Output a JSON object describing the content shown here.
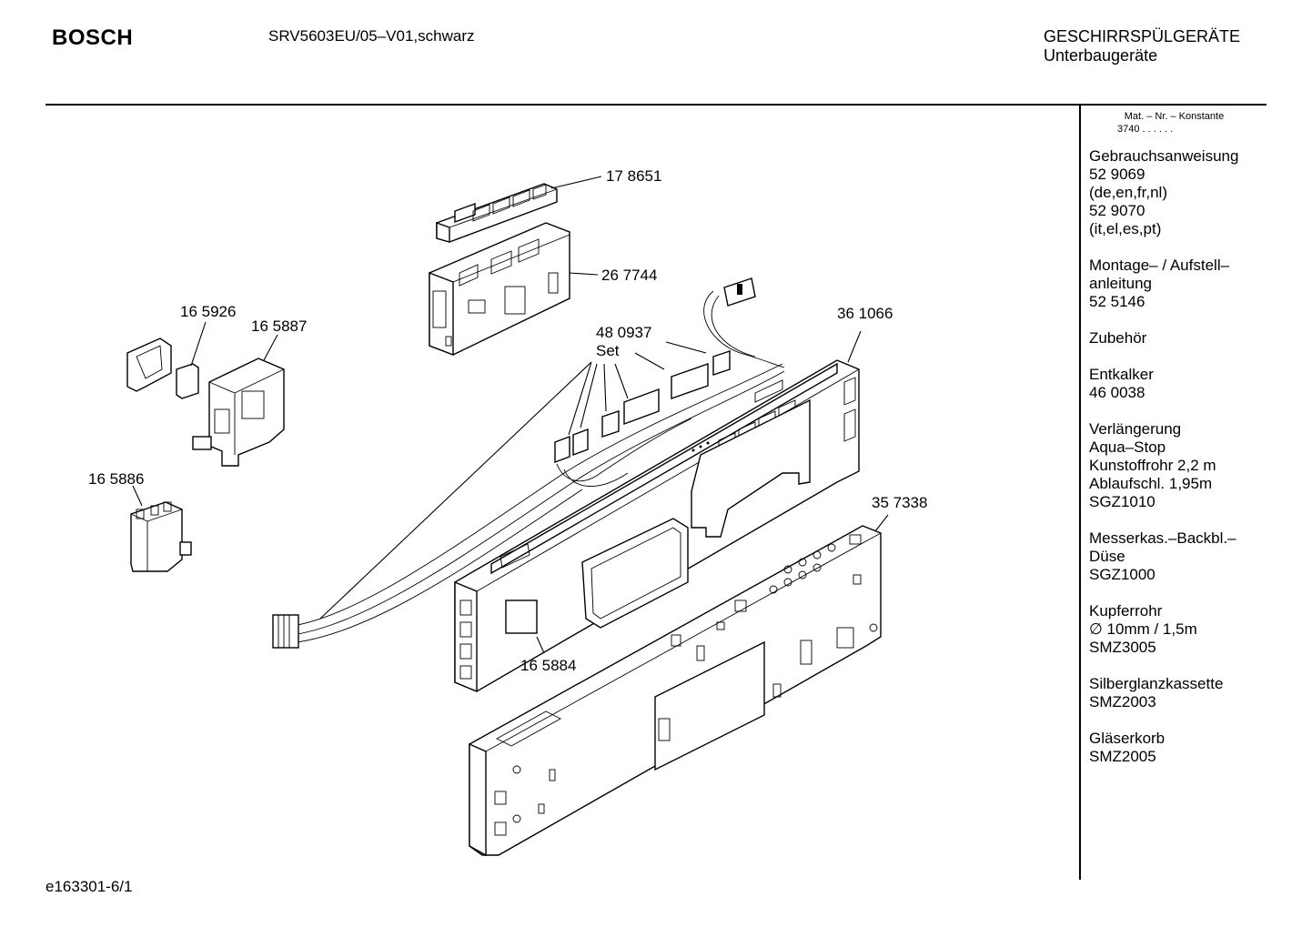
{
  "header": {
    "brand": "BOSCH",
    "model": "SRV5603EU/05–V01,schwarz",
    "category_line1": "GESCHIRRSPÜLGERÄTE",
    "category_line2": "Unterbaugeräte"
  },
  "sidebar": {
    "matnr_label": "Mat. – Nr. – Konstante",
    "matnr_value": "3740 . .   . . . .",
    "entries": [
      [
        "Gebrauchsanweisung",
        "52 9069",
        "(de,en,fr,nl)",
        "52 9070",
        "(it,el,es,pt)"
      ],
      [
        "Montage– / Aufstell–",
        "anleitung",
        "52 5146"
      ],
      [
        "Zubehör"
      ],
      [
        "Entkalker",
        "46 0038"
      ],
      [
        "Verlängerung",
        "Aqua–Stop",
        "Kunstoffrohr 2,2 m",
        "Ablaufschl. 1,95m",
        "SGZ1010"
      ],
      [
        "Messerkas.–Backbl.–",
        "Düse",
        "SGZ1000"
      ],
      [
        "Kupferrohr",
        "∅ 10mm / 1,5m",
        "SMZ3005"
      ],
      [
        "Silberglanzkassette",
        "SMZ2003"
      ],
      [
        "Gläserkorb",
        "SMZ2005"
      ]
    ]
  },
  "parts": {
    "p178651": "17 8651",
    "p267744": "26 7744",
    "p165926": "16 5926",
    "p165887": "16 5887",
    "p480937": "48 0937",
    "p480937_sub": "Set",
    "p361066": "36 1066",
    "p165886": "16 5886",
    "p357338": "35 7338",
    "p165884": "16 5884"
  },
  "footer": {
    "drawing_id": "e163301-6/1"
  }
}
